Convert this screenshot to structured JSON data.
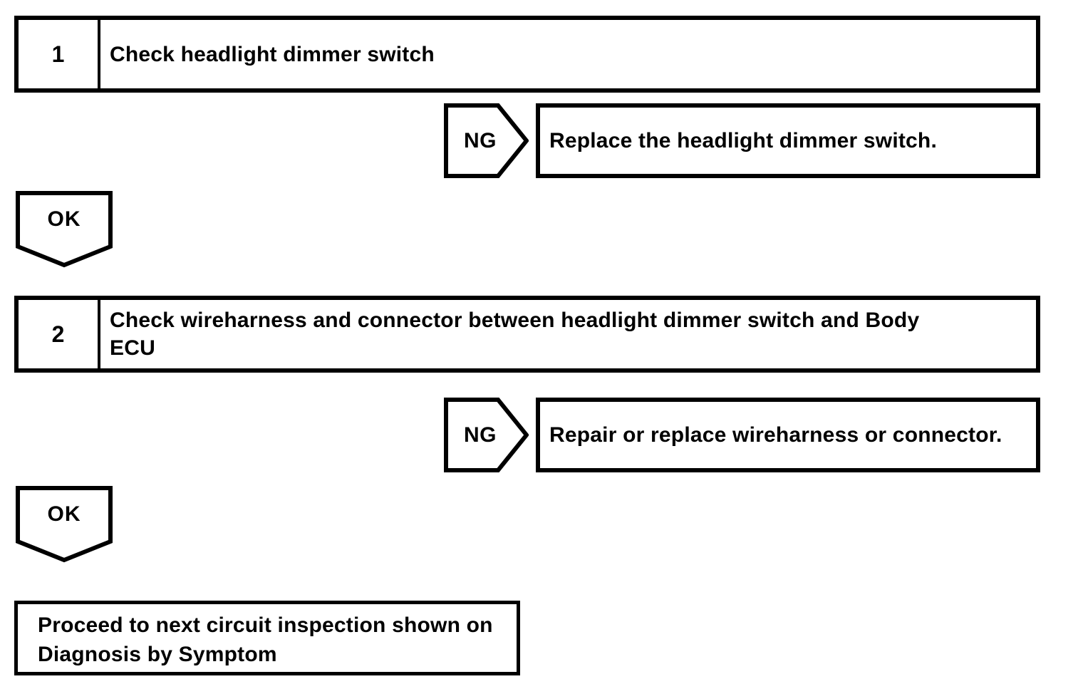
{
  "flowchart": {
    "steps": [
      {
        "number": "1",
        "instruction": "Check headlight dimmer switch",
        "ng": {
          "label": "NG",
          "action": "Replace the headlight dimmer switch."
        },
        "ok": {
          "label": "OK"
        }
      },
      {
        "number": "2",
        "instruction": "Check wireharness and connector between headlight dimmer switch and Body ECU",
        "ng": {
          "label": "NG",
          "action": "Repair or replace wireharness or connector."
        },
        "ok": {
          "label": "OK"
        }
      }
    ],
    "final_action": "Proceed to next circuit inspection shown on Diagnosis by Symptom"
  },
  "colors": {
    "ink": "#000000",
    "paper": "#ffffff"
  }
}
